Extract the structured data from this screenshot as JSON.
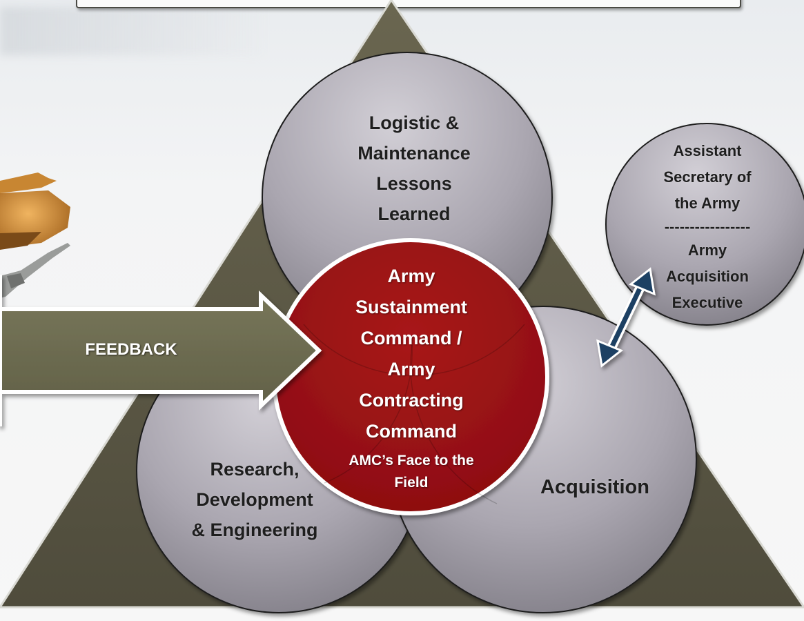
{
  "diagram": {
    "logistic_circle": {
      "lines": [
        "Logistic &",
        "Maintenance",
        "Lessons",
        "Learned"
      ]
    },
    "research_circle": {
      "lines": [
        "Research,",
        "Development",
        "& Engineering"
      ]
    },
    "acquisition_circle": {
      "label": "Acquisition"
    },
    "center_circle": {
      "lines": [
        "Army",
        "Sustainment",
        "Command /",
        "Army",
        "Contracting",
        "Command"
      ],
      "subtitle_lines": [
        "AMC’s Face to the",
        "Field"
      ]
    },
    "executive_circle": {
      "upper_lines": [
        "Assistant",
        "Secretary of",
        "the Army"
      ],
      "divider": "-----------------",
      "lower_lines": [
        "Army",
        "Acquisition",
        "Executive"
      ]
    },
    "feedback_arrow": {
      "label": "FEEDBACK"
    }
  },
  "colors": {
    "triangle": "#5b5846",
    "circle": "#aaa6b0",
    "center": "#9c0f12",
    "arrow_fill": "#6d6d4f",
    "double_arrow": "#1e3f63"
  }
}
